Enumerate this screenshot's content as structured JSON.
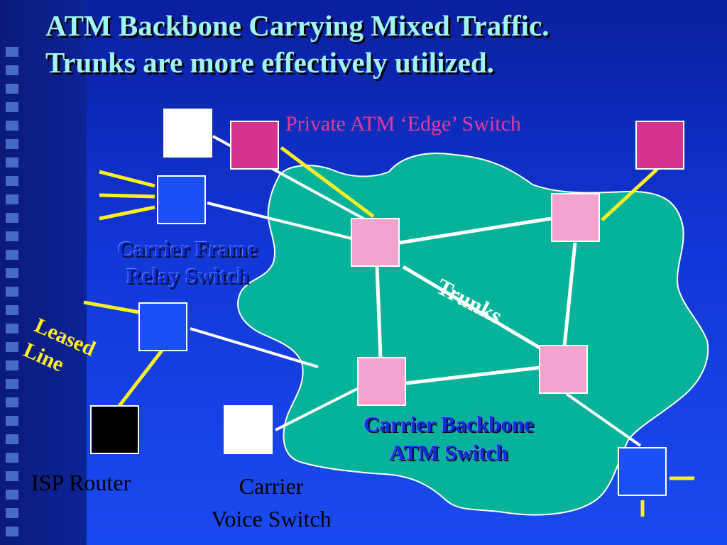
{
  "title": {
    "line1": "ATM Backbone Carrying Mixed Traffic.",
    "line2": "Trunks are more effectively utilized."
  },
  "labels": {
    "private_edge": "Private ATM ‘Edge’ Switch",
    "frame_relay_1": "Carrier Frame",
    "frame_relay_2": "Relay Switch",
    "trunks": "Trunks",
    "leased_1": "Leased",
    "leased_2": "Line",
    "backbone_1": "Carrier Backbone",
    "backbone_2": "ATM Switch",
    "isp_router": "ISP Router",
    "voice_1": "Carrier",
    "voice_2": "Voice Switch"
  },
  "colors": {
    "cloud": "#06b39a",
    "backbone_switch": "#f4a3d0",
    "edge_switch": "#d6338f",
    "access_switch": "#1a50f5",
    "link_white": "#ffffff",
    "link_yellow": "#ffee22",
    "isp_router": "#000000",
    "voice_switch": "#ffffff"
  }
}
